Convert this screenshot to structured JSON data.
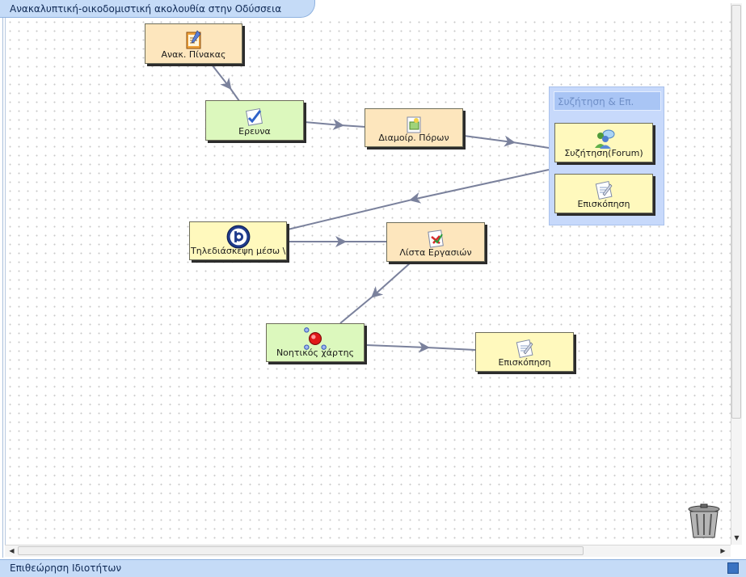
{
  "window": {
    "title": "Ανακαλυπτική-οικοδομιστική ακολουθία στην Οδύσσεια"
  },
  "activities": {
    "a1": {
      "label": "Ανακ. Πίνακας",
      "icon": "notice-board-icon"
    },
    "a2": {
      "label": "Ερευνα",
      "icon": "survey-icon"
    },
    "a3": {
      "label": "Διαμοίρ. Πόρων",
      "icon": "share-resources-icon"
    },
    "a4": {
      "label": "Τηλεδιάσκεψη μέσω \\",
      "icon": "bigbluebutton-icon"
    },
    "a5": {
      "label": "Λίστα Εργασιών",
      "icon": "task-list-icon"
    },
    "a6": {
      "label": "Νοητικός χάρτης",
      "icon": "mindmap-icon"
    },
    "a7": {
      "label": "Επισκόπηση",
      "icon": "review-icon"
    }
  },
  "group": {
    "title": "Συζήτηση & Επ.",
    "items": [
      {
        "label": "Συζήτηση(Forum)",
        "icon": "forum-icon"
      },
      {
        "label": "Επισκόπηση",
        "icon": "review-icon"
      }
    ]
  },
  "bottom": {
    "label": "Επιθεώρηση Ιδιοτήτων"
  },
  "colors": {
    "peach": "#fde6bd",
    "green": "#dcf8bd",
    "yellow": "#fff9bd",
    "arrow": "#7a819c",
    "panel": "#c5dbf7"
  }
}
